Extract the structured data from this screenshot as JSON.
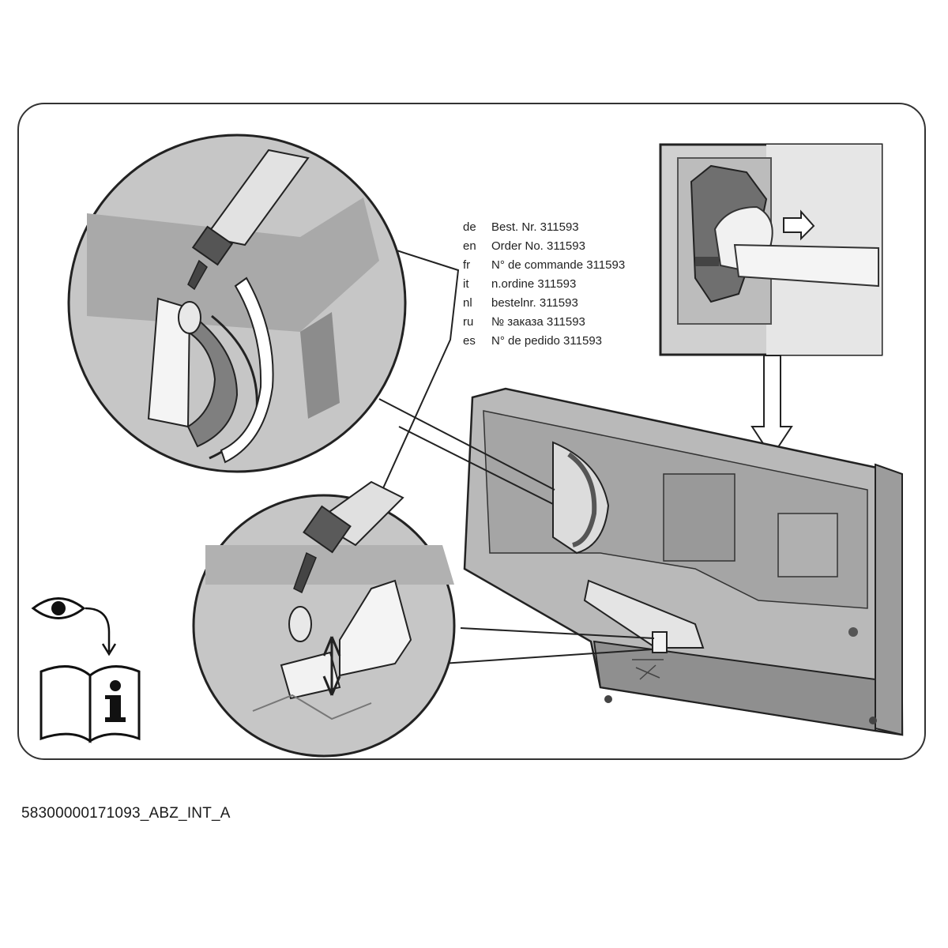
{
  "order_numbers": [
    {
      "lang": "de",
      "text": "Best. Nr. 311593"
    },
    {
      "lang": "en",
      "text": "Order No. 311593"
    },
    {
      "lang": "fr",
      "text": "N° de commande  311593"
    },
    {
      "lang": "it",
      "text": "n.ordine  311593"
    },
    {
      "lang": "nl",
      "text": "bestelnr.  311593"
    },
    {
      "lang": "ru",
      "text": "№ заказа  311593"
    },
    {
      "lang": "es",
      "text": "N° de pedido 311593"
    }
  ],
  "document_code": "58300000171093_ABZ_INT_A",
  "icons": [
    "eye-icon",
    "manual-info-icon",
    "arrow-right-icon",
    "arrow-down-icon"
  ],
  "colors": {
    "line": "#333333",
    "shade_dark": "#8a8a8a",
    "shade_mid": "#b4b4b4",
    "shade_light": "#d8d8d8",
    "white": "#ffffff"
  }
}
